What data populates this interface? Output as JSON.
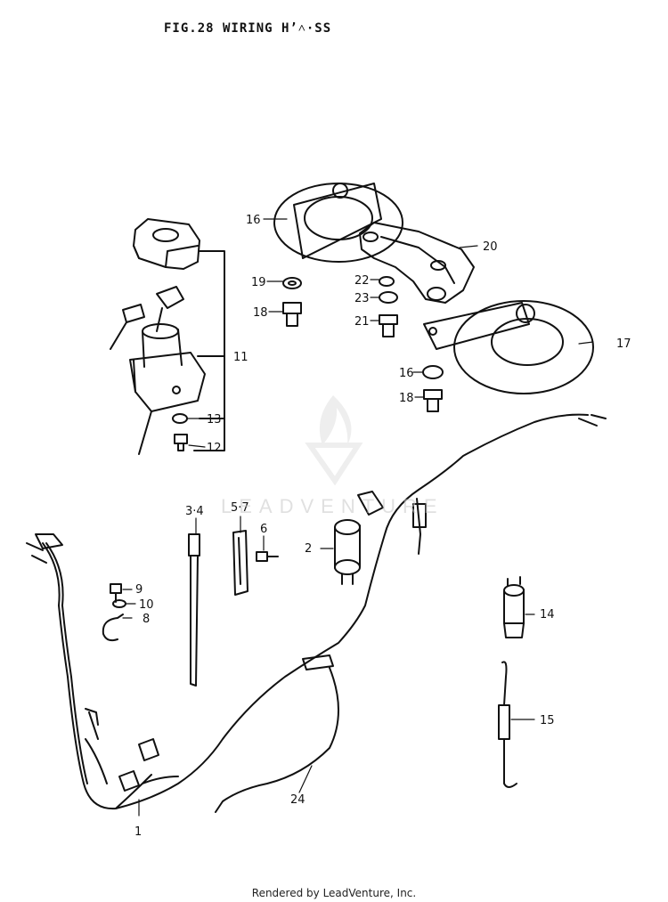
{
  "figure": {
    "title": "FIG.28  WIRING Hʼ˄·SS"
  },
  "footer": {
    "text": "Rendered by LeadVenture, Inc."
  },
  "watermark": {
    "text": "LEADVENTURE",
    "icon": "leadventure-flame-logo-icon"
  },
  "callouts": {
    "c1": "1",
    "c2": "2",
    "c34": "3·4",
    "c57": "5·7",
    "c6": "6",
    "c8": "8",
    "c9": "9",
    "c10": "10",
    "c11": "11",
    "c12": "12",
    "c13": "13",
    "c14": "14",
    "c15": "15",
    "c16a": "16",
    "c16b": "16",
    "c17": "17",
    "c18a": "18",
    "c18b": "18",
    "c19": "19",
    "c20": "20",
    "c21": "21",
    "c22": "22",
    "c23": "23",
    "c24": "24"
  },
  "colors": {
    "ink": "#111111",
    "watermark": "#cfcfcf",
    "background": "#ffffff"
  }
}
